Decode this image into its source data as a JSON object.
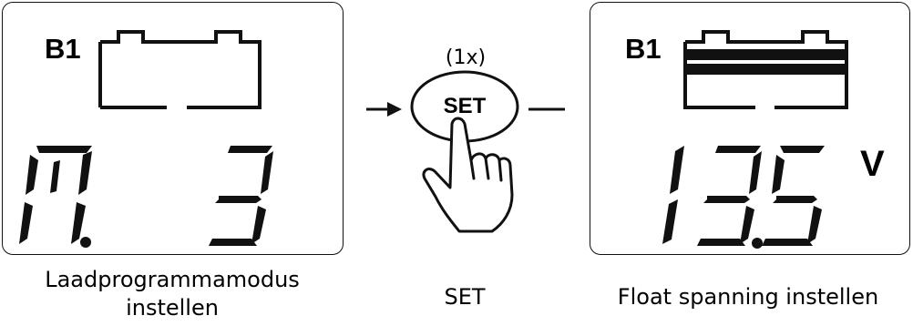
{
  "left_display": {
    "bank_label": "B1",
    "readout": "M. 3"
  },
  "set_step": {
    "press_count": "(1x)",
    "button_label": "SET"
  },
  "right_display": {
    "bank_label": "B1",
    "readout": "13.5",
    "unit": "V"
  },
  "captions": {
    "left_line1": "Laadprogrammamodus",
    "left_line2": "instellen",
    "middle": "SET",
    "right": "Float spanning instellen"
  },
  "colors": {
    "ink": "#111111",
    "background": "#ffffff"
  },
  "icons": [
    "battery-empty-icon",
    "battery-full-icon",
    "arrow-right-icon",
    "hand-press-icon"
  ]
}
